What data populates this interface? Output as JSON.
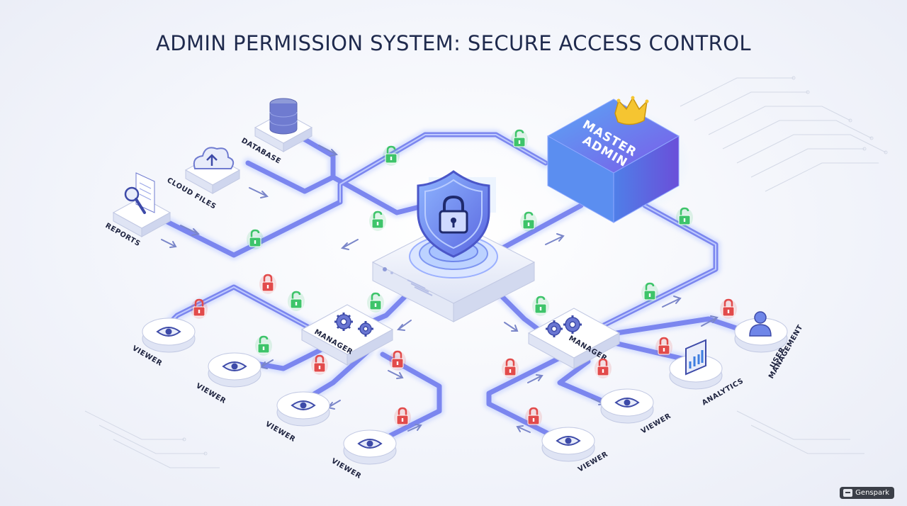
{
  "title": "ADMIN PERMISSION SYSTEM: SECURE ACCESS CONTROL",
  "master_admin": {
    "line1": "MASTER",
    "line2": "ADMIN",
    "icon": "crown-icon"
  },
  "central_hub": {
    "icon": "shield-lock-icon"
  },
  "resources": [
    {
      "label": "DATABASE",
      "icon": "database-icon"
    },
    {
      "label": "CLOUD FILES",
      "icon": "cloud-upload-icon"
    },
    {
      "label": "REPORTS",
      "icon": "document-search-icon"
    }
  ],
  "managers": [
    {
      "label": "MANAGER",
      "icon": "gears-icon"
    },
    {
      "label": "MANAGER",
      "icon": "gears-icon"
    }
  ],
  "left_viewers": [
    {
      "label": "VIEWER",
      "icon": "eye-icon"
    },
    {
      "label": "VIEWER",
      "icon": "eye-icon"
    },
    {
      "label": "VIEWER",
      "icon": "eye-icon"
    },
    {
      "label": "VIEWER",
      "icon": "eye-icon"
    }
  ],
  "right_nodes": [
    {
      "label": "VIEWER",
      "icon": "eye-icon"
    },
    {
      "label": "VIEWER",
      "icon": "eye-icon"
    },
    {
      "label": "ANALYTICS",
      "icon": "bar-chart-icon"
    },
    {
      "label": "USER",
      "label2": "MANAGEMENT",
      "icon": "user-icon"
    }
  ],
  "lock_states": {
    "unlocked": "open-padlock-icon (green)",
    "locked": "padlock-icon (red)"
  },
  "colors": {
    "pipe": "#6d7cf0",
    "pipe_glow": "#9fb3ff",
    "master_from": "#5aa7f5",
    "master_to": "#7b5ae8",
    "unlocked": "#3ec46a",
    "locked": "#e24b4b",
    "crown": "#f5c531",
    "text_dark": "#1f2a4d"
  },
  "watermark": "Genspark"
}
